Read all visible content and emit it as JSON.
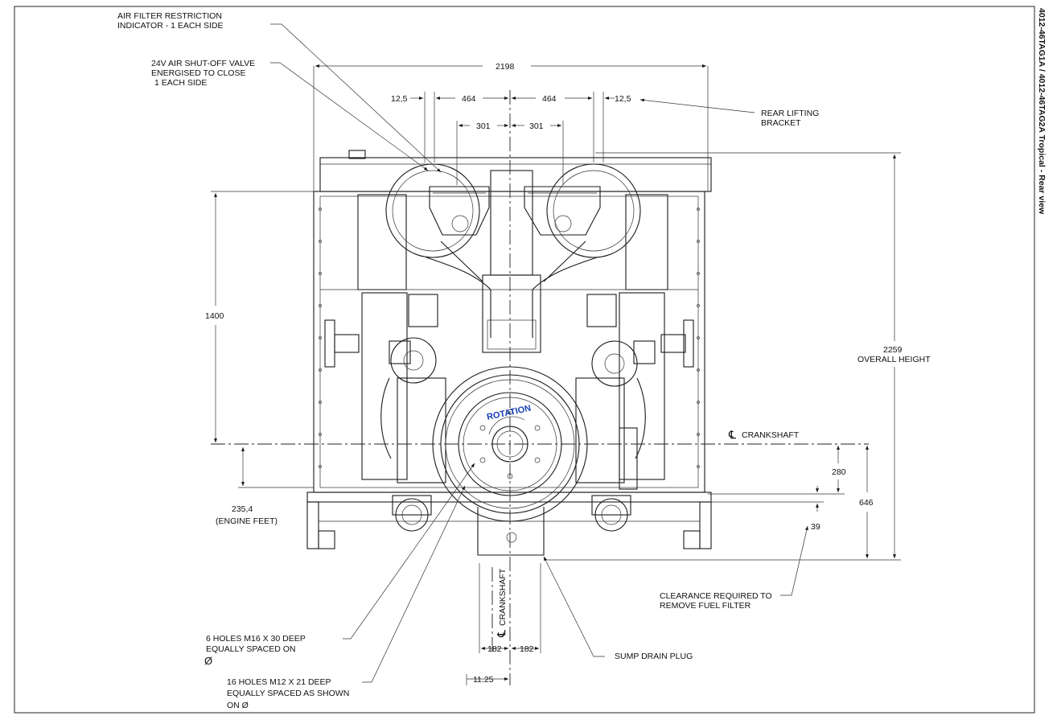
{
  "title": "4012-46TAG1A / 4012-46TAG2A Tropical - Rear view",
  "labels": {
    "air_filter": [
      "AIR FILTER RESTRICTION",
      "INDICATOR - 1 EACH SIDE"
    ],
    "shutoff_valve": [
      "24V AIR SHUT-OFF VALVE",
      "ENERGISED TO CLOSE",
      "1 EACH SIDE"
    ],
    "lifting_bracket": [
      "REAR LIFTING",
      "BRACKET"
    ],
    "overall_height": [
      "2259",
      "OVERALL HEIGHT"
    ],
    "crankshaft": "CRANKSHAFT",
    "engine_feet": [
      "235,4",
      "(ENGINE FEET)"
    ],
    "fuel_filter": [
      "CLEARANCE REQUIRED TO",
      "REMOVE FUEL FILTER"
    ],
    "sump_drain": "SUMP DRAIN PLUG",
    "holes_m16": [
      "6 HOLES M16 X 30 DEEP",
      "EQUALLY SPACED ON",
      "Ø"
    ],
    "holes_m12": [
      "16 HOLES M12 X 21 DEEP",
      "EQUALLY SPACED AS SHOWN",
      "ON  Ø"
    ],
    "rotation": "ROTATION",
    "crankshaft_vertical": "CRANKSHAFT",
    "centerline_symbol": "℄"
  },
  "dimensions": {
    "overall_width": "2198",
    "lift_offset": "12,5",
    "half_span": "464",
    "inner_span": "301",
    "height_1400": "1400",
    "d280": "280",
    "d646": "646",
    "d39": "39",
    "d182": "182",
    "d11_25": "11.25"
  },
  "colors": {
    "line": "#1a1a1a",
    "rotation": "#1a3fb8"
  }
}
